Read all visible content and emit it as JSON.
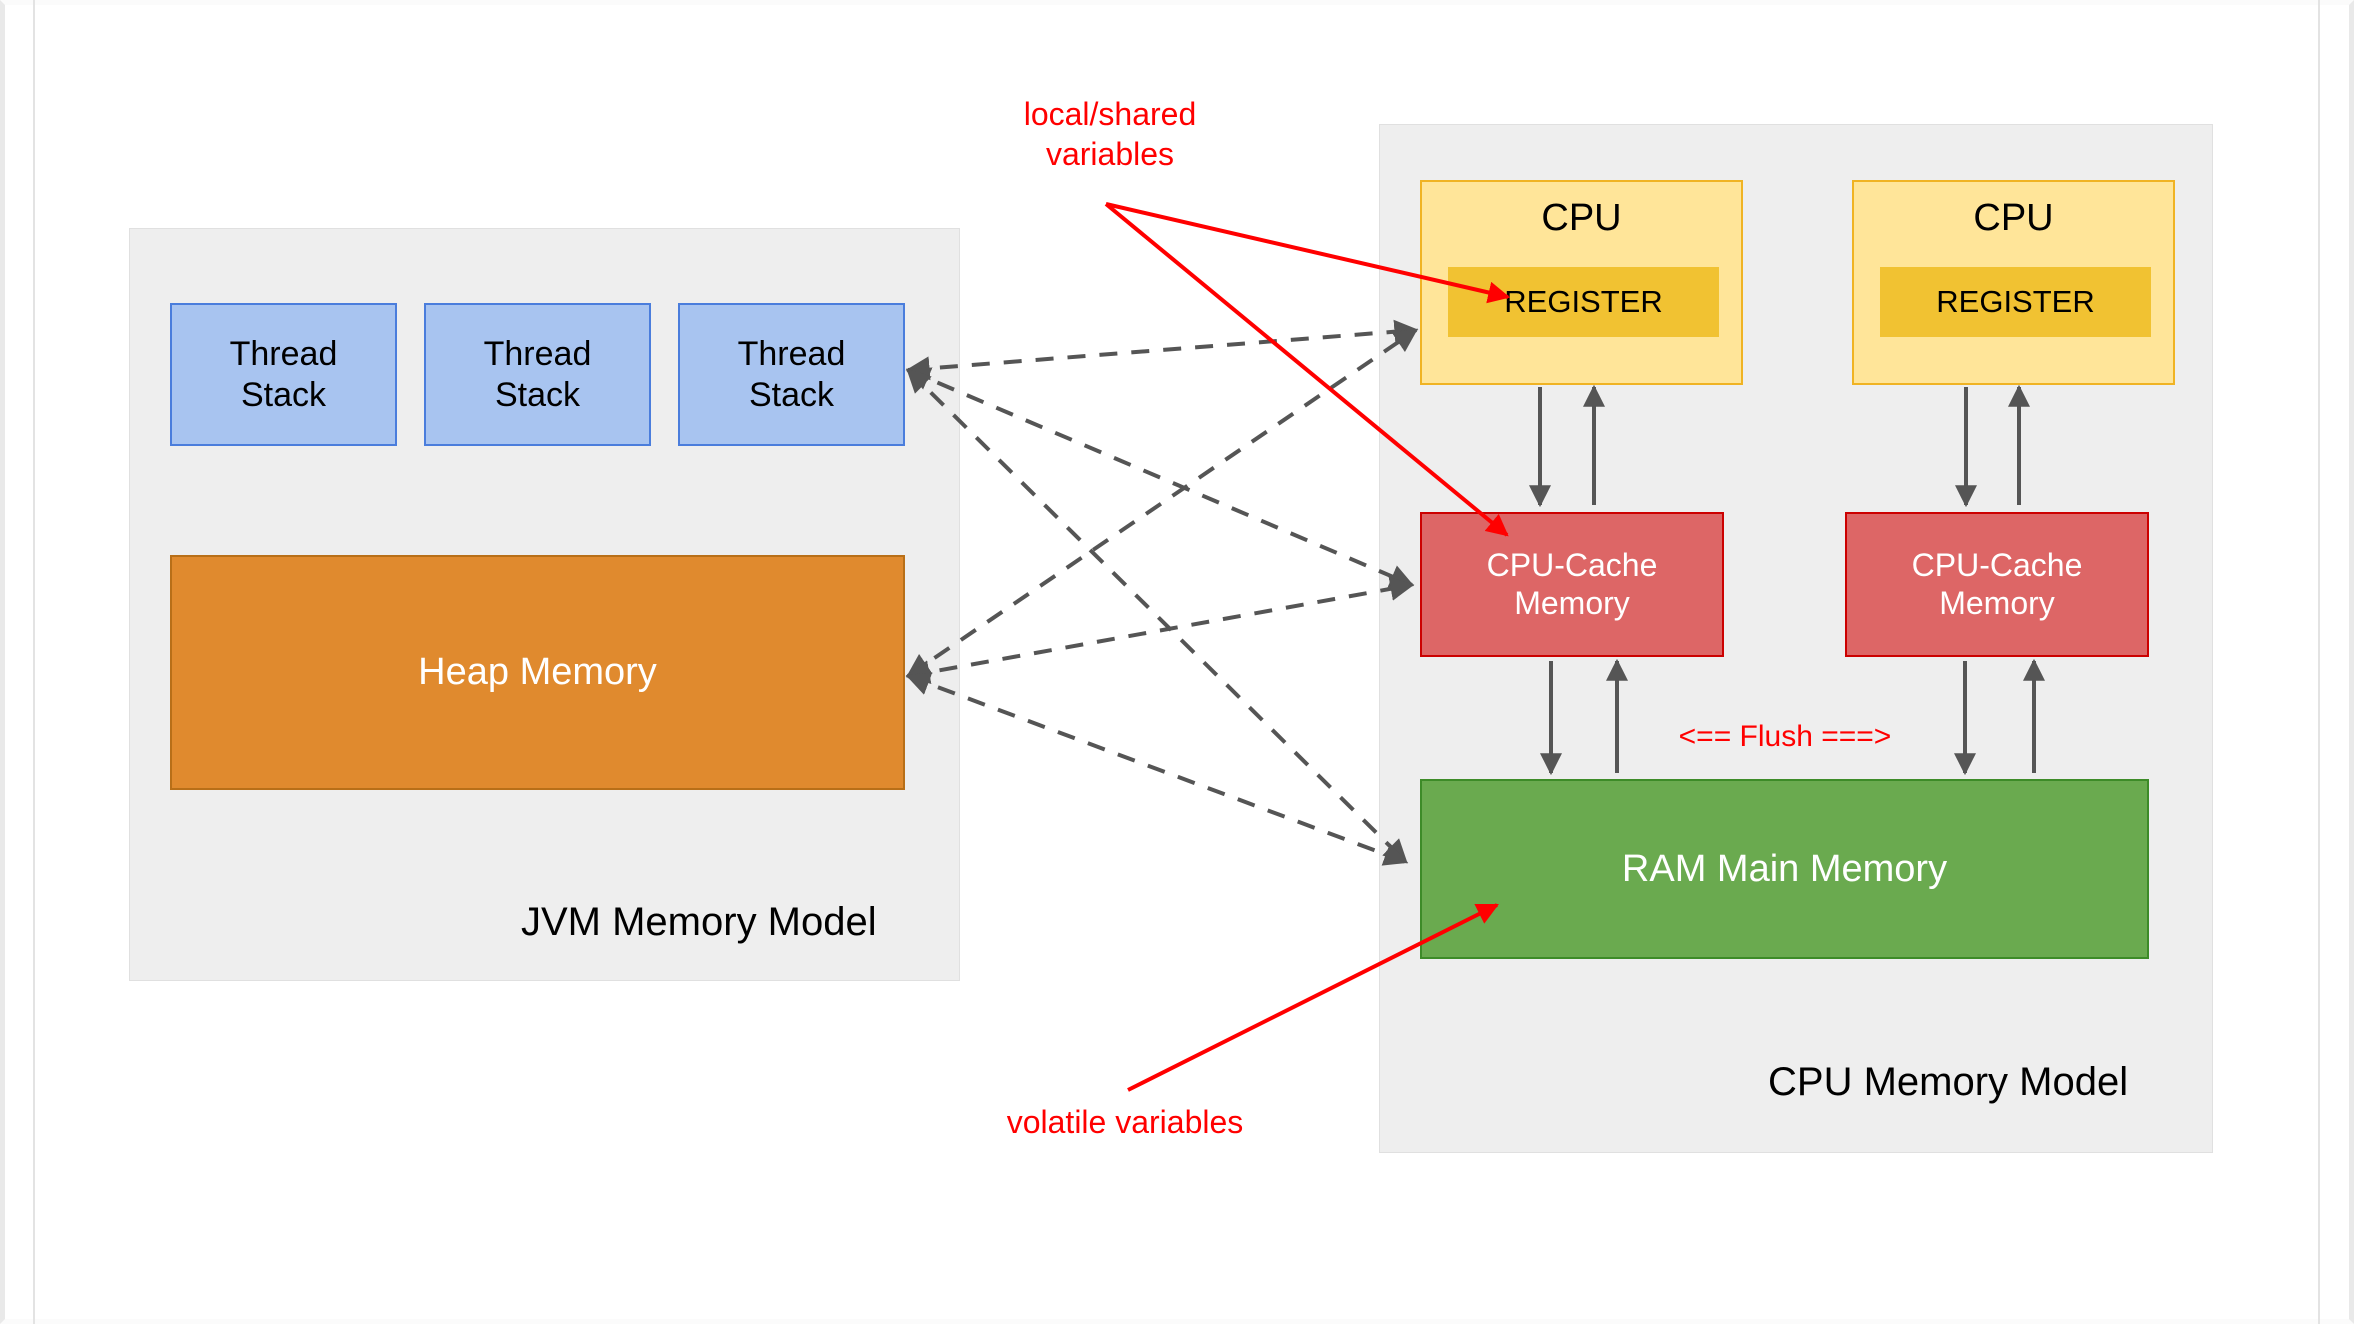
{
  "diagram": {
    "title": "JVM Memory Model and CPU Memory Model",
    "background": "#ffffff"
  },
  "jvm_panel": {
    "title": "JVM Memory Model",
    "background": "#eeeeee",
    "thread_stacks": [
      {
        "label": "Thread\nStack"
      },
      {
        "label": "Thread\nStack"
      },
      {
        "label": "Thread\nStack"
      }
    ],
    "heap": {
      "label": "Heap Memory",
      "color": "#e08a2e"
    }
  },
  "cpu_panel": {
    "title": "CPU Memory Model",
    "background": "#eeeeee",
    "cpus": [
      {
        "label": "CPU",
        "color": "#ffe599",
        "register": {
          "label": "REGISTER",
          "color": "#f1c232"
        },
        "cache": {
          "label": "CPU-Cache\nMemory",
          "color": "#dd6666"
        }
      },
      {
        "label": "CPU",
        "color": "#ffe599",
        "register": {
          "label": "REGISTER",
          "color": "#f1c232"
        },
        "cache": {
          "label": "CPU-Cache\nMemory",
          "color": "#dd6666"
        }
      }
    ],
    "ram": {
      "label": "RAM Main Memory",
      "color": "#6aaa4f"
    }
  },
  "annotations": {
    "local_shared": "local/shared\nvariables",
    "volatile": "volatile variables",
    "flush": "<== Flush ===>",
    "accent_color": "#ff0000"
  },
  "colors": {
    "thread_stack": "#a8c4f0",
    "thread_stack_border": "#4a7ddc",
    "heap": "#e08a2e",
    "cpu": "#ffe599",
    "register": "#f1c232",
    "cache": "#dd6666",
    "cache_border": "#cc0000",
    "ram": "#6aaa4f",
    "panel": "#eeeeee",
    "connector": "#555555",
    "annotation": "#ff0000"
  }
}
